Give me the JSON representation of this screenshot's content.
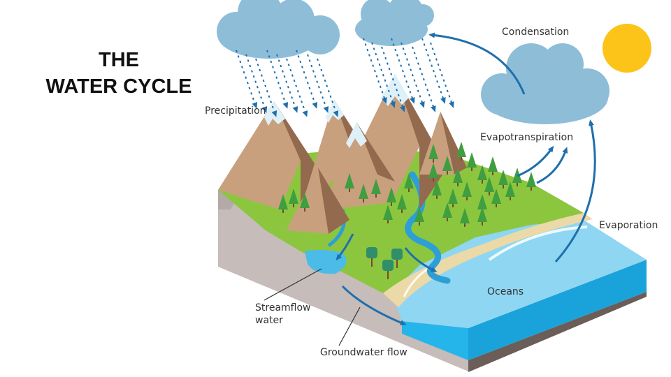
{
  "title": {
    "line1": "THE",
    "line2": "WATER CYCLE"
  },
  "labels": {
    "condensation": "Condensation",
    "precipitation": "Precipitation",
    "evapotranspiration": "Evapotranspiration",
    "evaporation": "Evaporation",
    "oceans": "Oceans",
    "streamflow_line1": "Streamflow",
    "streamflow_line2": "water",
    "groundwater": "Groundwater flow"
  },
  "colors": {
    "sky_cloud": "#8ebdd8",
    "arrow": "#1f6fad",
    "sun": "#fcc419",
    "grass": "#8cc63f",
    "mountain_light": "#c9a07e",
    "mountain_dark": "#946a4e",
    "snow": "#dff1f8",
    "soil": "#c6bcb9",
    "ocean": "#8fd6f2",
    "ocean_edge": "#25b5ea",
    "sand": "#ecd9a8",
    "tree": "#3f9e3f",
    "river": "#2e9fd6"
  },
  "icons": [
    "sun-icon",
    "cloud-icon",
    "rain-icon",
    "mountain-icon",
    "tree-icon",
    "river-icon",
    "arrow-icon"
  ]
}
